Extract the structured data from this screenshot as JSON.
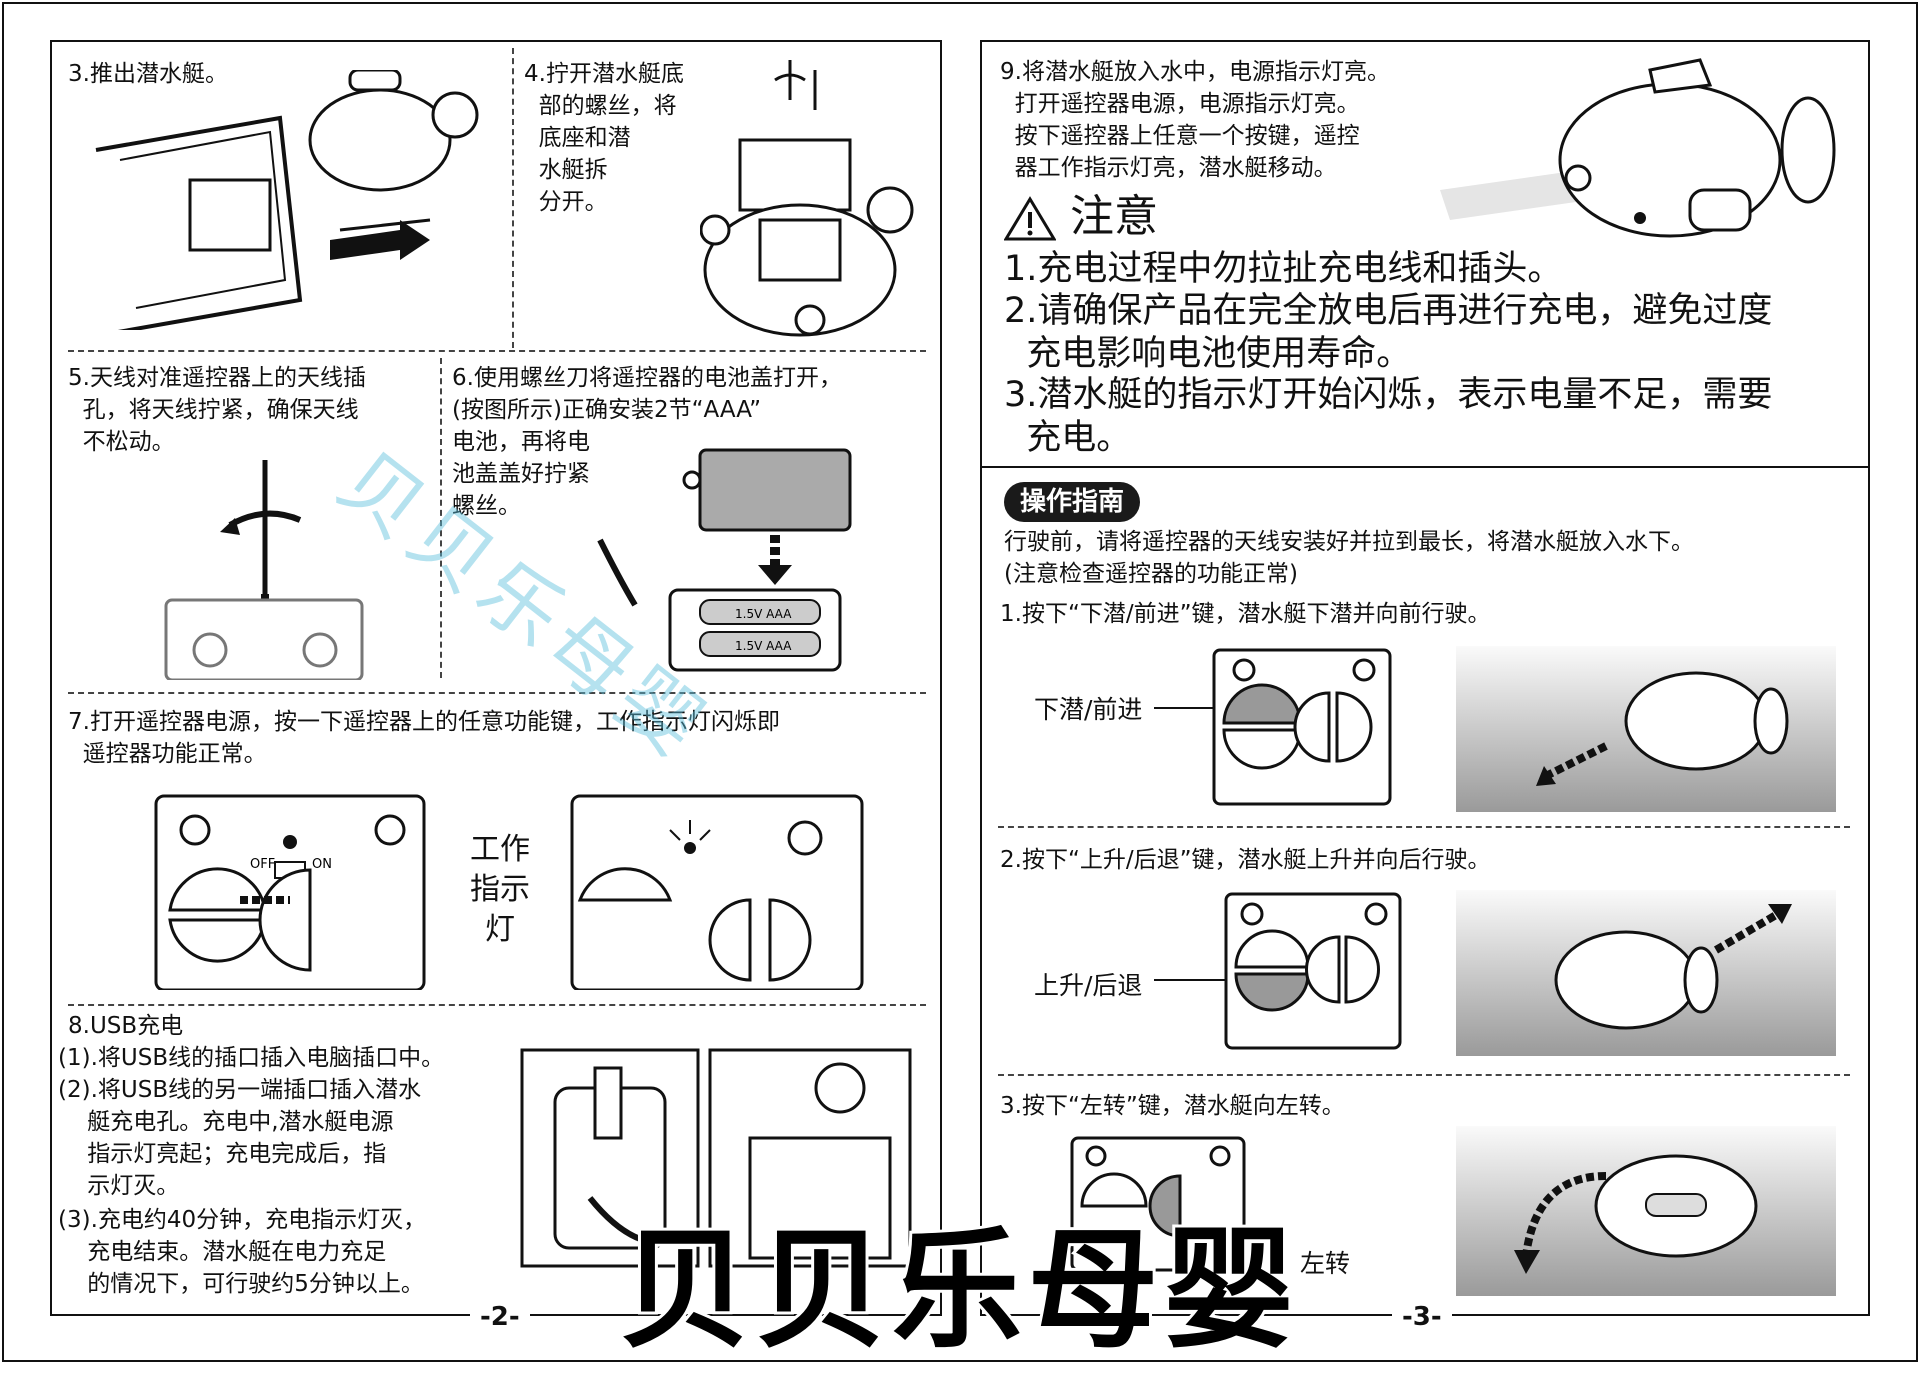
{
  "left_page": {
    "page_number": "-2-",
    "step3": {
      "text": "3.推出潜水艇。"
    },
    "step4": {
      "text": "4.拧开潜水艇底\n  部的螺丝，将\n  底座和潜\n  水艇拆\n  分开。"
    },
    "step5": {
      "text": "5.天线对准遥控器上的天线插\n  孔，将天线拧紧，确保天线\n  不松动。"
    },
    "step6": {
      "text": "6.使用螺丝刀将遥控器的电池盖打开，\n(按图所示)正确安装2节“AAA”\n电池，再将电\n池盖盖好拧紧\n螺丝。",
      "battery_label": "1.5V AAA"
    },
    "step7": {
      "text": "7.打开遥控器电源，按一下遥控器上的任意功能键，工作指示灯闪烁即\n  遥控器功能正常。",
      "callout": "工作\n指示\n灯",
      "off": "OFF",
      "on": "ON"
    },
    "step8": {
      "title": "8.USB充电",
      "items": [
        "(1).将USB线的插口插入电脑插口中。",
        "(2).将USB线的另一端插口插入潜水\n    艇充电孔。充电中,潜水艇电源\n    指示灯亮起；充电完成后，指\n    示灯灭。",
        "(3).充电约40分钟，充电指示灯灭，\n    充电结束。潜水艇在电力充足\n    的情况下，可行驶约5分钟以上。"
      ]
    }
  },
  "right_page": {
    "page_number": "-3-",
    "step9": {
      "text": "9.将潜水艇放入水中，电源指示灯亮。\n  打开遥控器电源，电源指示灯亮。\n  按下遥控器上任意一个按键，遥控\n  器工作指示灯亮，潜水艇移动。"
    },
    "caution": {
      "title": "注意",
      "items": [
        "1.充电过程中勿拉扯充电线和插头。",
        "2.请确保产品在完全放电后再进行充电，避免过度\n  充电影响电池使用寿命。",
        "3.潜水艇的指示灯开始闪烁，表示电量不足，需要\n  充电。"
      ]
    },
    "guide": {
      "title": "操作指南",
      "intro": "行驶前，请将遥控器的天线安装好并拉到最长，将潜水艇放入水下。\n(注意检查遥控器的功能正常)",
      "steps": [
        {
          "text": "1.按下“下潜/前进”键，潜水艇下潜并向前行驶。",
          "label": "下潜/前进"
        },
        {
          "text": "2.按下“上升/后退”键，潜水艇上升并向后行驶。",
          "label": "上升/后退"
        },
        {
          "text": "3.按下“左转”键，潜水艇向左转。",
          "label": "左转"
        }
      ]
    }
  },
  "watermark": {
    "text": "贝贝乐母婴",
    "diagonal": "贝贝乐母婴"
  },
  "colors": {
    "ink": "#111111",
    "watermark_blue": "#5abedc",
    "water_grey": "#9a9a9a"
  }
}
